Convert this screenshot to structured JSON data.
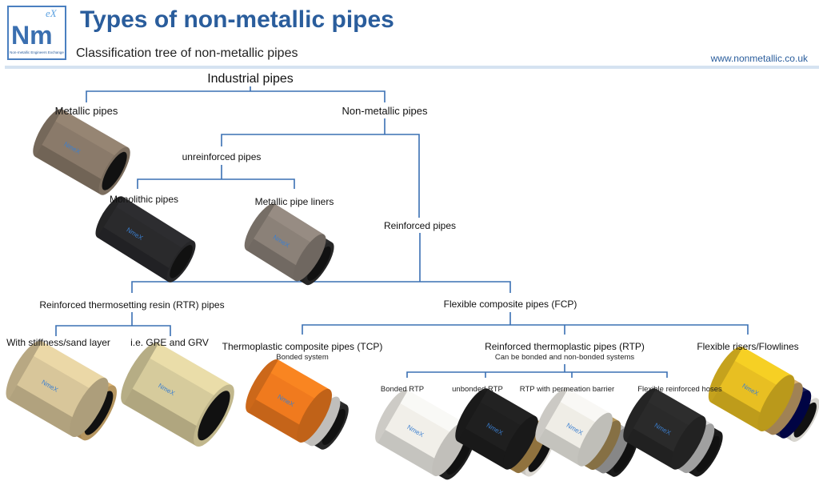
{
  "header": {
    "title": "Types of non-metallic pipes",
    "subtitle": "Classification tree of non-metallic pipes",
    "url": "www.nonmetallic.co.uk",
    "logo": {
      "main": "Nm",
      "accent": "eX",
      "caption": "Non-metallic Engineers Exchange"
    }
  },
  "tree": {
    "root": "Industrial pipes",
    "metallic": "Metallic pipes",
    "non_metallic": "Non-metallic pipes",
    "unreinforced": "unreinforced pipes",
    "monolithic": "Monolithic pipes",
    "liners": "Metallic pipe liners",
    "reinforced": "Reinforced pipes",
    "rtr": "Reinforced thermosetting resin (RTR) pipes",
    "fcp": "Flexible composite pipes (FCP)",
    "stiffness": "With stiffness/sand layer",
    "gre": "i.e. GRE and GRV",
    "tcp": "Thermoplastic composite pipes (TCP)",
    "tcp_note": "Bonded system",
    "rtp": "Reinforced thermoplastic pipes (RTP)",
    "rtp_note": "Can be bonded and non-bonded systems",
    "risers": "Flexible risers/Flowlines",
    "bonded_rtp": "Bonded RTP",
    "unbonded_rtp": "unbonded RTP",
    "permeation_rtp": "RTP with permeation barrier",
    "hoses": "Flexible reinforced hoses"
  },
  "pipe_brand": "NmeX",
  "colors": {
    "accent": "#2a5d9c",
    "line": "#3a70b4"
  },
  "pipes": [
    {
      "name": "metallic-pipe",
      "layers": [
        "#8a7a6a"
      ]
    },
    {
      "name": "monolithic-pipe",
      "layers": [
        "#2a2a2c"
      ]
    },
    {
      "name": "liner-pipe",
      "layers": [
        "#2a2a2a",
        "#8b8178"
      ]
    },
    {
      "name": "stiffness-pipe",
      "layers": [
        "#c9a56a",
        "#d8c69a"
      ]
    },
    {
      "name": "gre-pipe",
      "layers": [
        "#d6cb9c"
      ]
    },
    {
      "name": "tcp-pipe",
      "layers": [
        "#2b2b2b",
        "#f0eeea",
        "#f07a1e"
      ]
    },
    {
      "name": "bonded-rtp-pipe",
      "layers": [
        "#222222",
        "#f1efe9"
      ]
    },
    {
      "name": "unbonded-rtp-pipe",
      "layers": [
        "#f2efe8",
        "#b48f4e",
        "#1f1f1f"
      ]
    },
    {
      "name": "permeation-rtp-pipe",
      "layers": [
        "#1d1d1d",
        "#a9a9a9",
        "#a88c55",
        "#efede6"
      ]
    },
    {
      "name": "hose-pipe",
      "layers": [
        "#1c1c1c",
        "#c8c8c8",
        "#2a2a2a"
      ]
    },
    {
      "name": "riser-pipe",
      "layers": [
        "#efede6",
        "#555",
        "#c8a26a",
        "#e8bf22"
      ]
    }
  ]
}
